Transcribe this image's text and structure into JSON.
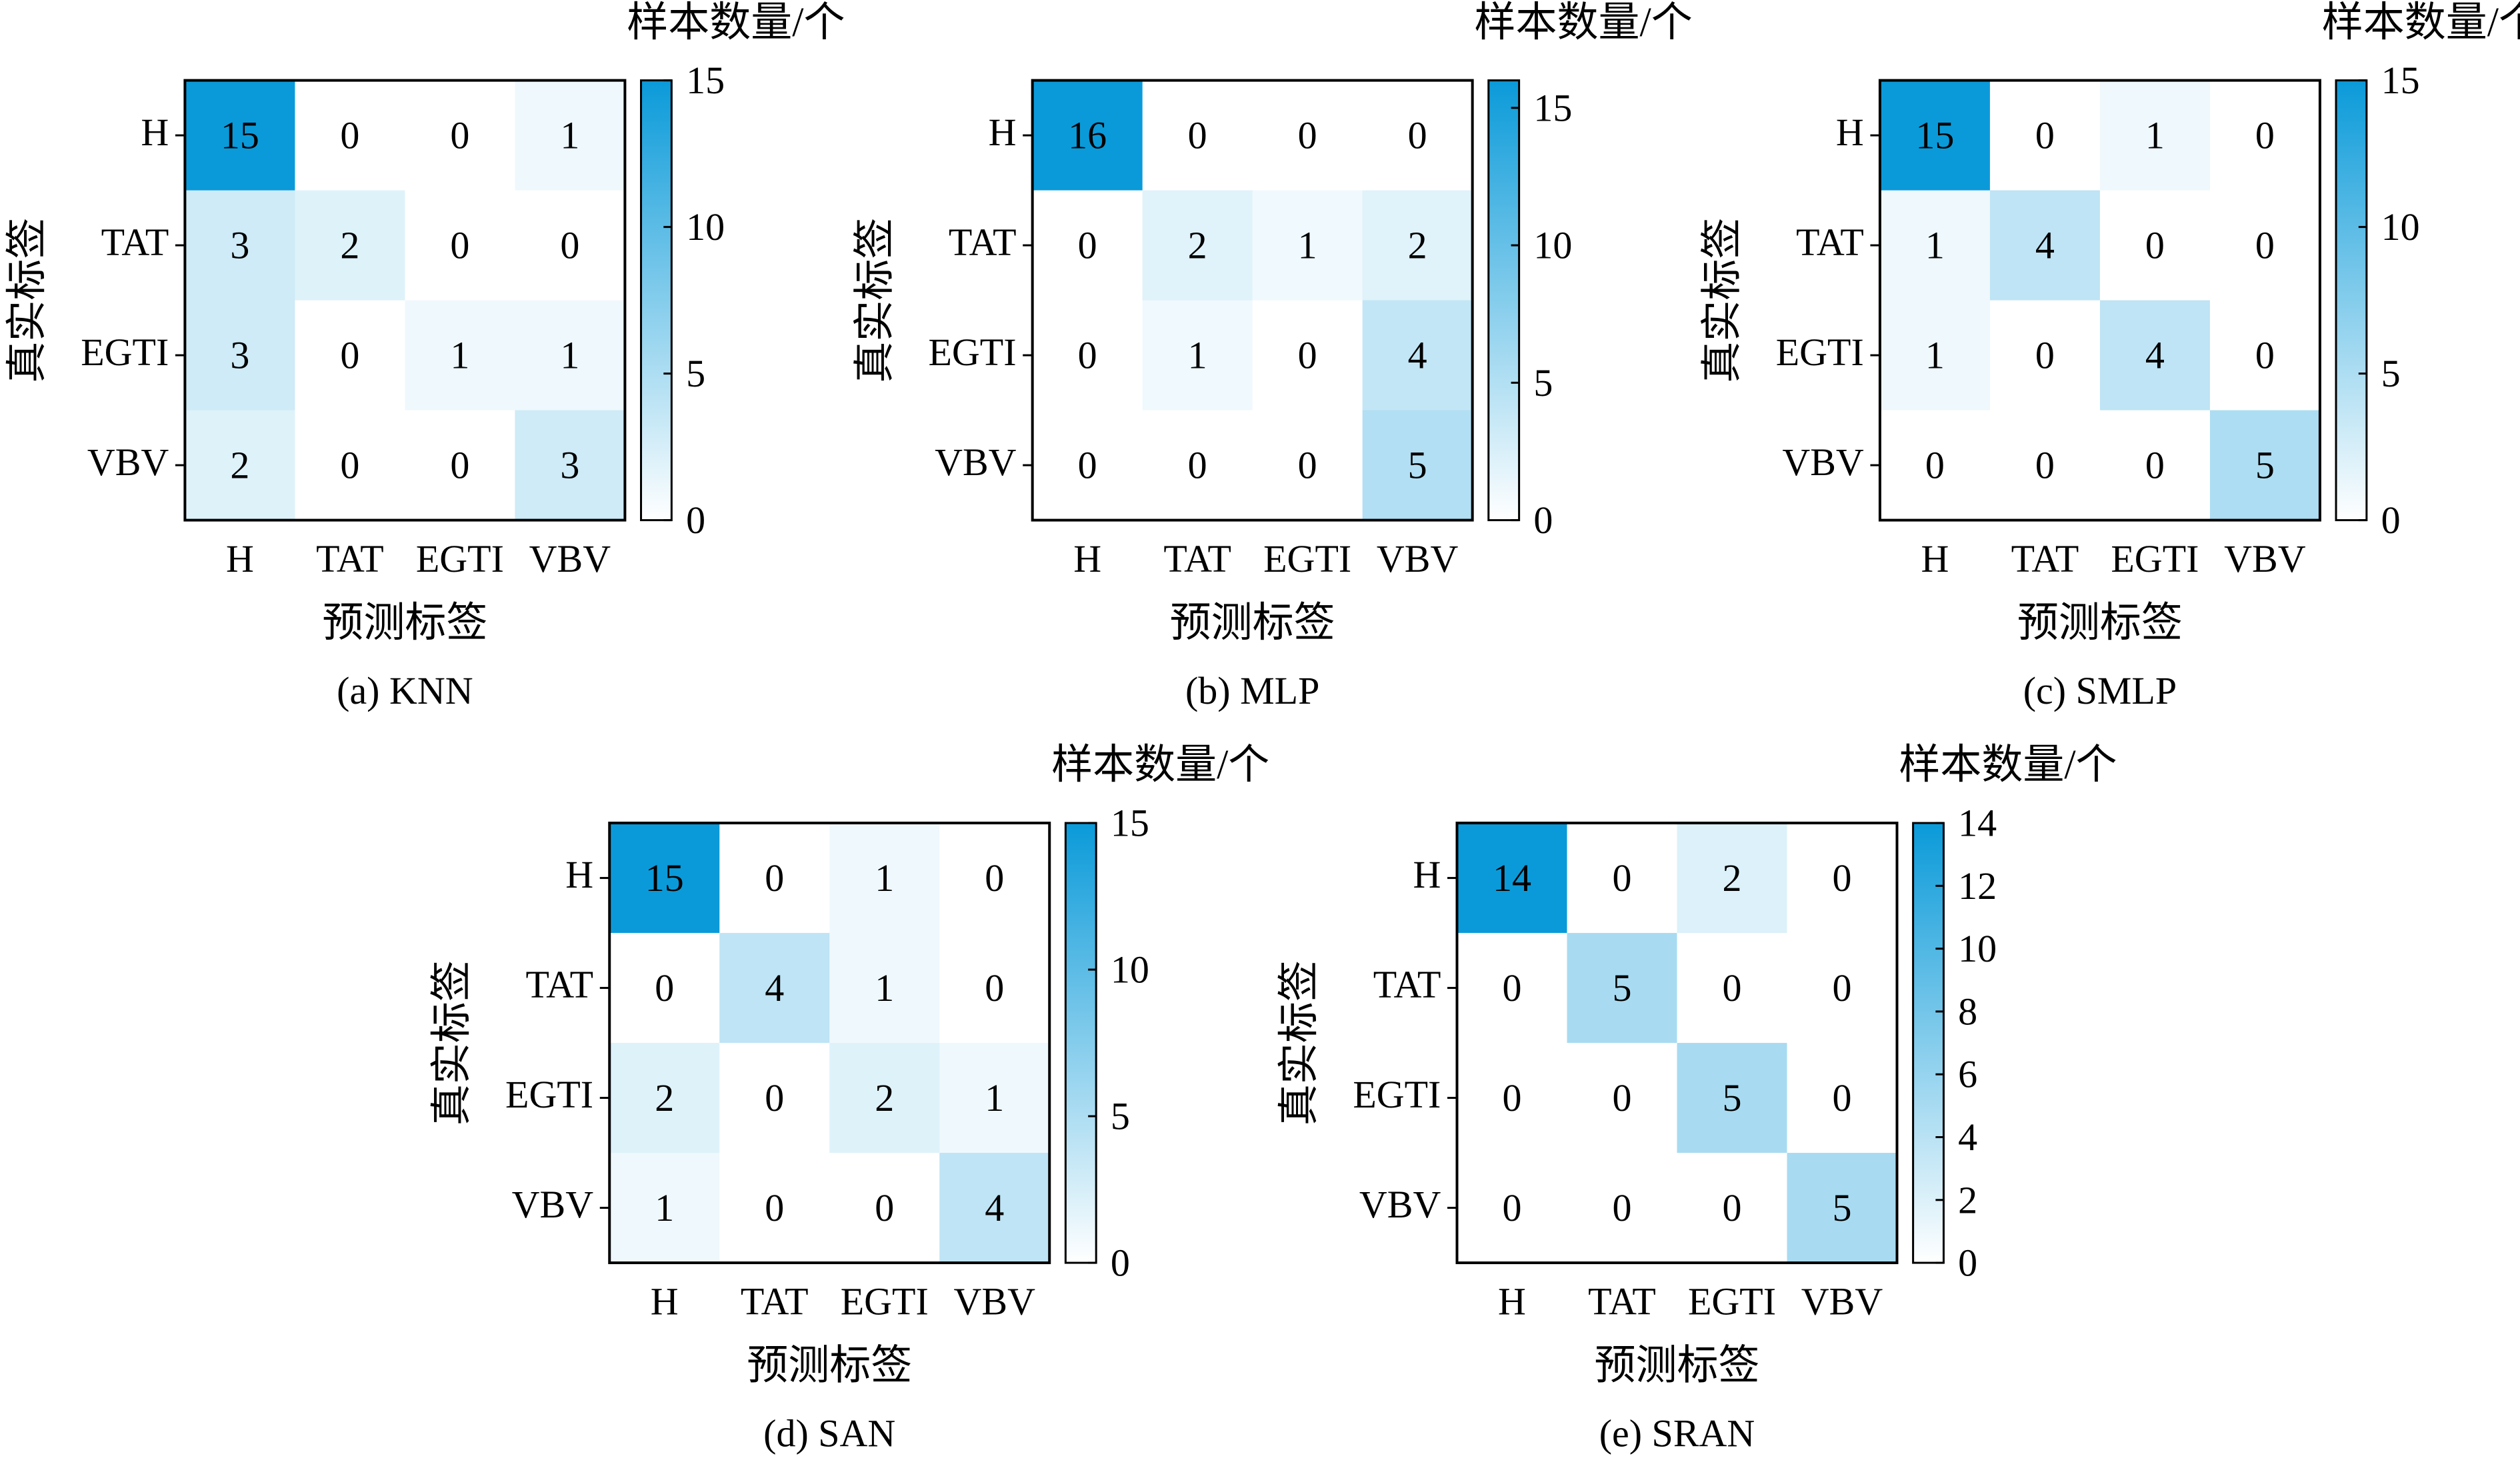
{
  "colors": {
    "high": "#0a9ad9",
    "low": "#ffffff",
    "frame": "#000000"
  },
  "chart_data": [
    {
      "type": "heatmap",
      "caption": "(a) KNN",
      "xlabel": "预测标签",
      "ylabel": "真实标签",
      "colorbar_label": "样本数量/个",
      "x_categories": [
        "H",
        "TAT",
        "EGTI",
        "VBV"
      ],
      "y_categories": [
        "H",
        "TAT",
        "EGTI",
        "VBV"
      ],
      "matrix": [
        [
          15,
          0,
          0,
          1
        ],
        [
          3,
          2,
          0,
          0
        ],
        [
          3,
          0,
          1,
          1
        ],
        [
          2,
          0,
          0,
          3
        ]
      ],
      "color_range": [
        0,
        15
      ],
      "colorbar_ticks": [
        0,
        5,
        10,
        15
      ]
    },
    {
      "type": "heatmap",
      "caption": "(b) MLP",
      "xlabel": "预测标签",
      "ylabel": "真实标签",
      "colorbar_label": "样本数量/个",
      "x_categories": [
        "H",
        "TAT",
        "EGTI",
        "VBV"
      ],
      "y_categories": [
        "H",
        "TAT",
        "EGTI",
        "VBV"
      ],
      "matrix": [
        [
          16,
          0,
          0,
          0
        ],
        [
          0,
          2,
          1,
          2
        ],
        [
          0,
          1,
          0,
          4
        ],
        [
          0,
          0,
          0,
          5
        ]
      ],
      "color_range": [
        0,
        16
      ],
      "colorbar_ticks": [
        0,
        5,
        10,
        15
      ]
    },
    {
      "type": "heatmap",
      "caption": "(c) SMLP",
      "xlabel": "预测标签",
      "ylabel": "真实标签",
      "colorbar_label": "样本数量/个",
      "x_categories": [
        "H",
        "TAT",
        "EGTI",
        "VBV"
      ],
      "y_categories": [
        "H",
        "TAT",
        "EGTI",
        "VBV"
      ],
      "matrix": [
        [
          15,
          0,
          1,
          0
        ],
        [
          1,
          4,
          0,
          0
        ],
        [
          1,
          0,
          4,
          0
        ],
        [
          0,
          0,
          0,
          5
        ]
      ],
      "color_range": [
        0,
        15
      ],
      "colorbar_ticks": [
        0,
        5,
        10,
        15
      ]
    },
    {
      "type": "heatmap",
      "caption": "(d) SAN",
      "xlabel": "预测标签",
      "ylabel": "真实标签",
      "colorbar_label": "样本数量/个",
      "x_categories": [
        "H",
        "TAT",
        "EGTI",
        "VBV"
      ],
      "y_categories": [
        "H",
        "TAT",
        "EGTI",
        "VBV"
      ],
      "matrix": [
        [
          15,
          0,
          1,
          0
        ],
        [
          0,
          4,
          1,
          0
        ],
        [
          2,
          0,
          2,
          1
        ],
        [
          1,
          0,
          0,
          4
        ]
      ],
      "color_range": [
        0,
        15
      ],
      "colorbar_ticks": [
        0,
        5,
        10,
        15
      ]
    },
    {
      "type": "heatmap",
      "caption": "(e) SRAN",
      "xlabel": "预测标签",
      "ylabel": "真实标签",
      "colorbar_label": "样本数量/个",
      "x_categories": [
        "H",
        "TAT",
        "EGTI",
        "VBV"
      ],
      "y_categories": [
        "H",
        "TAT",
        "EGTI",
        "VBV"
      ],
      "matrix": [
        [
          14,
          0,
          2,
          0
        ],
        [
          0,
          5,
          0,
          0
        ],
        [
          0,
          0,
          5,
          0
        ],
        [
          0,
          0,
          0,
          5
        ]
      ],
      "color_range": [
        0,
        14
      ],
      "colorbar_ticks": [
        0,
        2,
        4,
        6,
        8,
        10,
        12,
        14
      ]
    }
  ]
}
